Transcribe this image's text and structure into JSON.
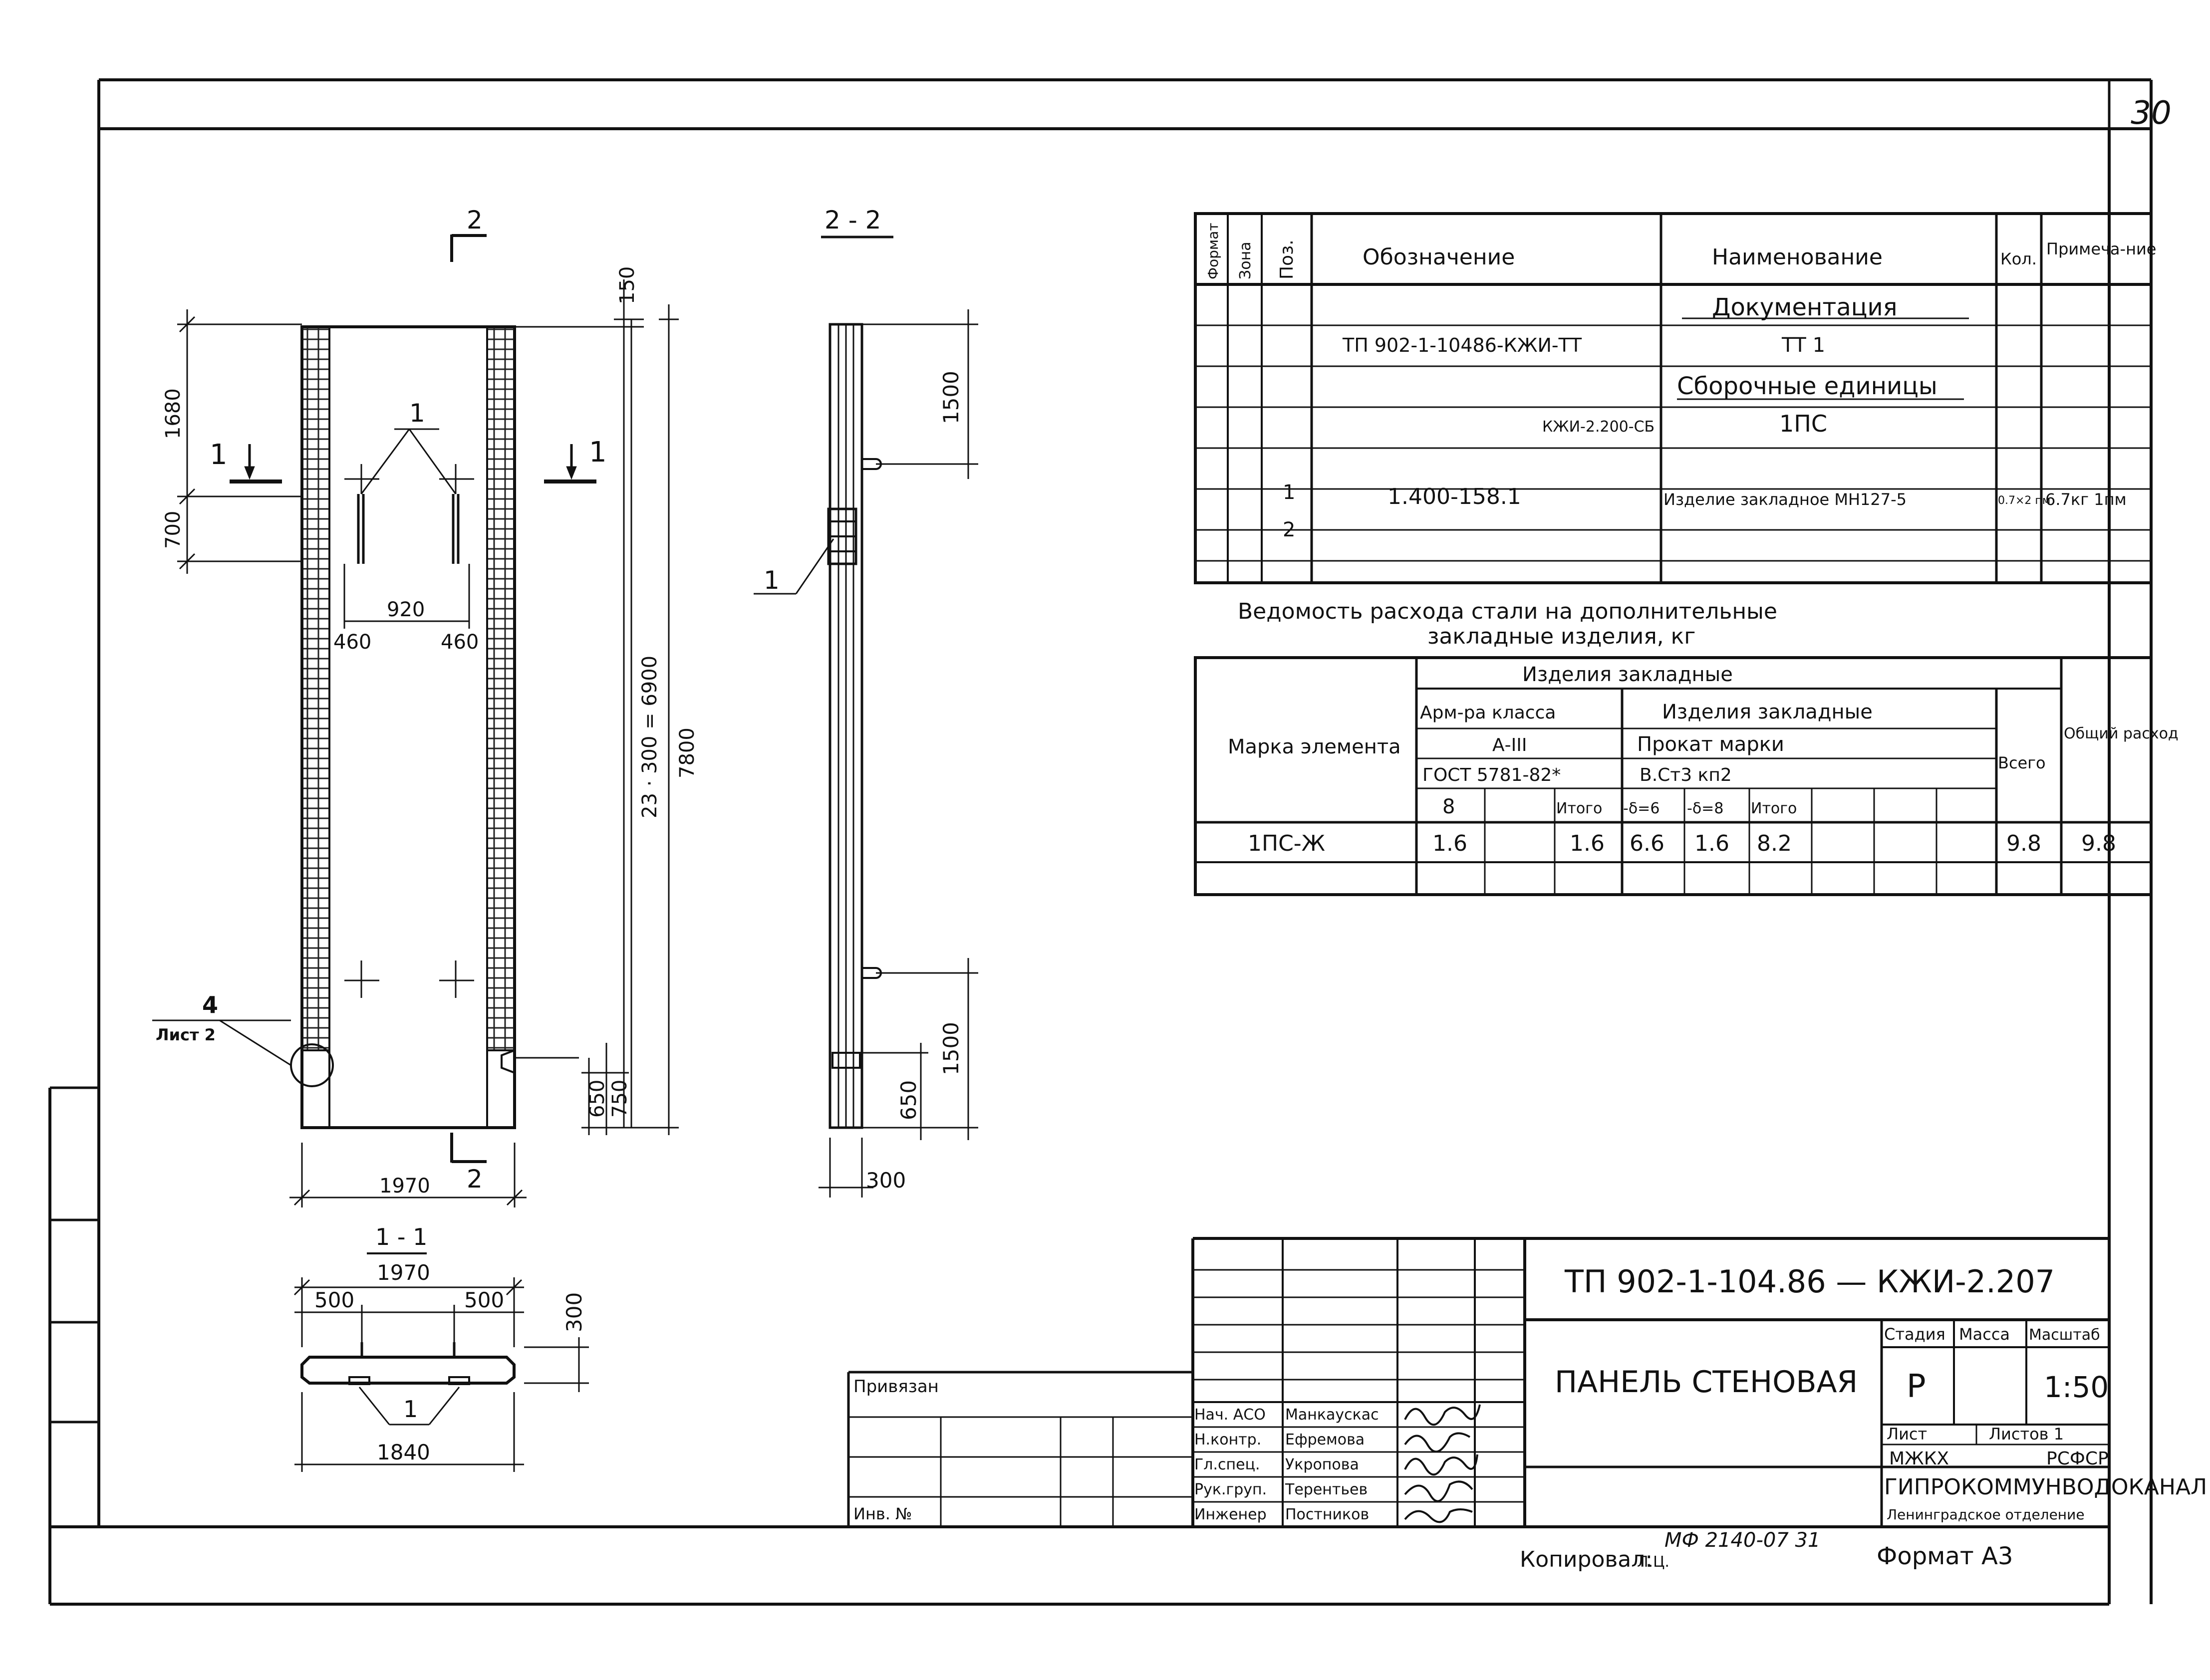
{
  "sheet": {
    "number": "30"
  },
  "drawing": {
    "section_mark_top": "2",
    "section_mark_bottom": "2",
    "section_2_label": "2 - 2",
    "section_1_label": "1 - 1",
    "view_cut_left": "1",
    "view_cut_right": "1",
    "dim": {
      "d150": "150",
      "d1680": "1680",
      "d700": "700",
      "d920": "920",
      "d460a": "460",
      "d460b": "460",
      "d23x300": "23 · 300 = 6900",
      "d7800": "7800",
      "d650a": "650",
      "d750": "750",
      "d1970": "1970",
      "d1500a": "1500",
      "d1500b": "1500",
      "d650b": "650",
      "d300": "300",
      "s1970": "1970",
      "s500a": "500",
      "s500b": "500",
      "s300": "300",
      "s1840": "1840"
    },
    "callouts": {
      "pos1_top": "1",
      "pos1_side": "1",
      "pos1_section": "1",
      "pos4": "4",
      "sheet2": "Лист 2"
    }
  },
  "spec": {
    "headers": {
      "format": "Формат",
      "zone": "Зона",
      "pos": "Поз.",
      "designation": "Обозначение",
      "name": "Наименование",
      "qty": "Кол.",
      "note": "Примеча-ние"
    },
    "rows": [
      {
        "designation": "",
        "name": "Документация",
        "qty": "",
        "note": "",
        "pos": ""
      },
      {
        "designation": "ТП 902-1-10486-КЖИ-ТТ",
        "name": "ТТ 1",
        "qty": "",
        "note": "",
        "pos": ""
      },
      {
        "designation": "",
        "name": "Сборочные единицы",
        "qty": "",
        "note": "",
        "pos": ""
      },
      {
        "designation": "КЖИ-2.200-СБ",
        "name": "1ПС",
        "qty": "",
        "note": "",
        "pos": ""
      },
      {
        "designation": "",
        "name": "",
        "qty": "",
        "note": "",
        "pos": ""
      },
      {
        "designation": "1.400-158.1",
        "name": "Изделие закладное МН127-5",
        "qty": "0.7×2 пм",
        "note": "6.7кг 1пм",
        "pos": "1"
      },
      {
        "designation": "",
        "name": "",
        "qty": "",
        "note": "",
        "pos": "2"
      },
      {
        "designation": "",
        "name": "",
        "qty": "",
        "note": "",
        "pos": ""
      }
    ]
  },
  "steel": {
    "title_line1": "Ведомость расхода стали на дополнительные",
    "title_line2": "закладные изделия, кг",
    "hdr_mark": "Марка элемента",
    "hdr_group": "Изделия закладные",
    "hdr_arm": "Арм-ра класса",
    "hdr_arm_class": "А-III",
    "hdr_arm_gost": "ГОСТ 5781-82*",
    "hdr_items": "Изделия закладные",
    "hdr_rolled": "Прокат марки",
    "hdr_steel": "В.Ст3 кп2",
    "hdr_total": "Всего",
    "hdr_overall": "Общий расход",
    "sub": [
      "8",
      "",
      "Итого",
      "-δ=6",
      "-δ=8",
      "Итого",
      "",
      "",
      ""
    ],
    "row": {
      "mark": "1ПС-Ж",
      "c1": "1.6",
      "c2": "",
      "c3": "1.6",
      "c4": "6.6",
      "c5": "1.6",
      "c6": "8.2",
      "c7": "",
      "c8": "",
      "c9": "",
      "total": "9.8",
      "overall": "9.8"
    }
  },
  "title_block": {
    "code": "ТП 902-1-104.86 — КЖИ-2.207",
    "name": "ПАНЕЛЬ СТЕНОВАЯ",
    "stage_hdr": "Стадия",
    "mass_hdr": "Масса",
    "scale_hdr": "Масштаб",
    "stage": "Р",
    "mass": "",
    "scale": "1:50",
    "sheet_hdr": "Лист",
    "sheets_hdr": "Листов 1",
    "org1": "МЖКХ",
    "org2": "РСФСР",
    "org3": "ГИПРОКОММУНВОДОКАНАЛ",
    "org4": "Ленинградское отделение",
    "binding": "Привязан",
    "inv": "Инв. №",
    "staff": [
      {
        "role": "Нач. АСО",
        "name": "Манкаускас"
      },
      {
        "role": "Н.контр.",
        "name": "Ефремова"
      },
      {
        "role": "Гл.спец.",
        "name": "Укропова"
      },
      {
        "role": "Рук.груп.",
        "name": "Терентьев"
      },
      {
        "role": "Инженер",
        "name": "Постников"
      }
    ],
    "copied": "Копировал:",
    "copied_initials": "Л.Ц.",
    "stamp_code": "МФ 2140-07  31",
    "format": "Формат А3"
  }
}
